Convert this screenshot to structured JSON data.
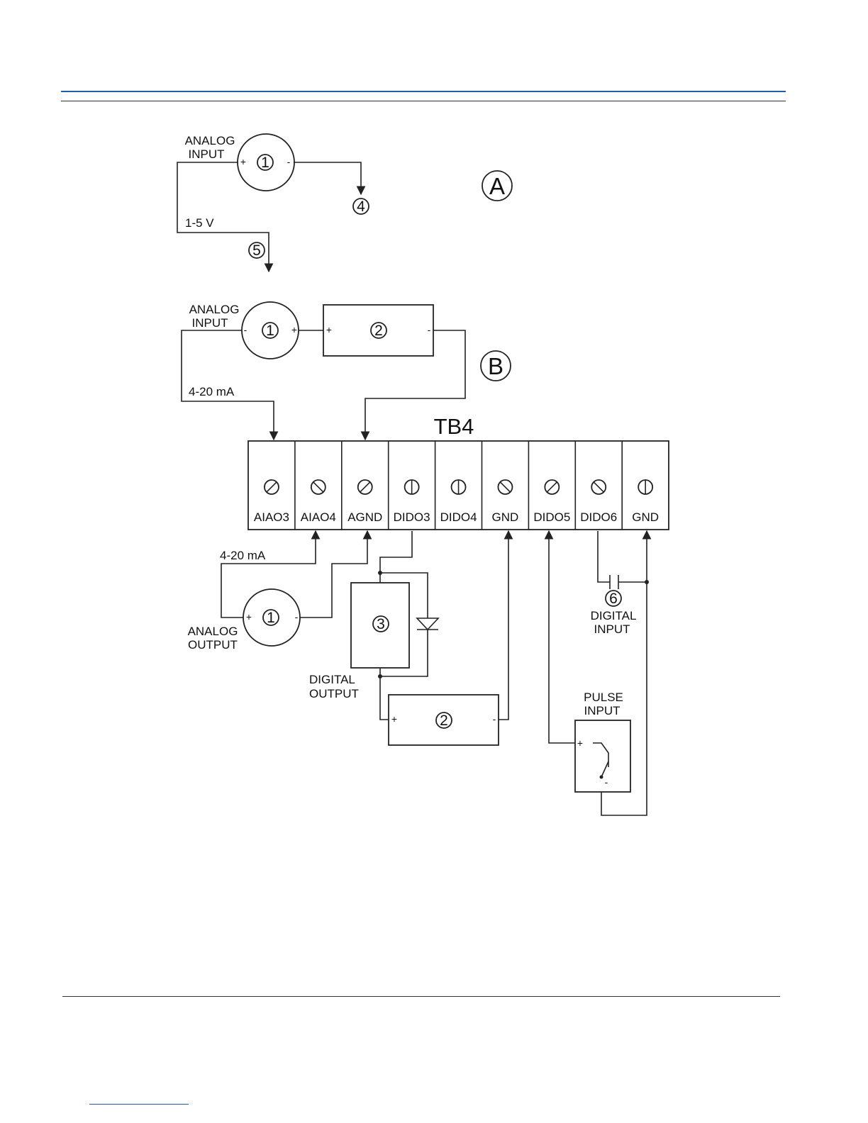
{
  "section_a": {
    "marker": "A",
    "source_label": [
      "ANALOG",
      "INPUT"
    ],
    "source_number": "1",
    "signal_label": "1-5 V",
    "callout_return": "4",
    "callout_signal": "5"
  },
  "section_b": {
    "marker": "B",
    "source_label": [
      "ANALOG",
      "INPUT"
    ],
    "source_number": "1",
    "power_supply_number": "2",
    "signal_label": "4-20 mA"
  },
  "terminal_block": {
    "title": "TB4",
    "terminals": [
      "AIAO3",
      "AIAO4",
      "AGND",
      "DIDO3",
      "DIDO4",
      "GND",
      "DIDO5",
      "DIDO6",
      "GND"
    ]
  },
  "analog_output": {
    "label": [
      "ANALOG",
      "OUTPUT"
    ],
    "number": "1",
    "signal_label": "4-20 mA"
  },
  "digital_output": {
    "label": [
      "DIGITAL",
      "OUTPUT"
    ],
    "load_number": "3",
    "power_supply_number": "2"
  },
  "digital_input": {
    "label": [
      "DIGITAL",
      "INPUT"
    ],
    "number": "6"
  },
  "pulse_input": {
    "label": [
      "PULSE",
      "INPUT"
    ]
  },
  "polarity": {
    "plus": "+",
    "minus": "-"
  },
  "colors": {
    "header_rule": "#1f5fa8",
    "line": "#222222"
  }
}
